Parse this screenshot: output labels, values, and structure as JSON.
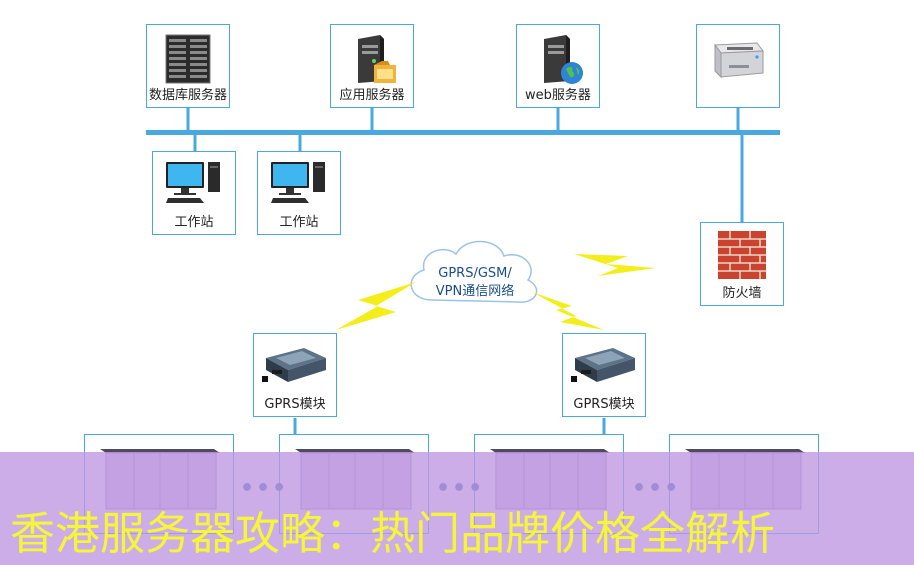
{
  "top_servers": [
    {
      "label": "数据库服务器",
      "icon": "server-rack-icon"
    },
    {
      "label": "应用服务器",
      "icon": "server-folder-icon"
    },
    {
      "label": "web服务器",
      "icon": "server-globe-icon"
    },
    {
      "label": "",
      "icon": "printer-icon"
    }
  ],
  "workstations": [
    {
      "label": "工作站",
      "icon": "desktop-computer-icon"
    },
    {
      "label": "工作站",
      "icon": "desktop-computer-icon"
    }
  ],
  "firewall": {
    "label": "防火墙",
    "icon": "brick-wall-icon"
  },
  "network": {
    "line1": "GPRS/GSM/",
    "line2": "VPN通信网络",
    "icon": "cloud-icon"
  },
  "modules": [
    {
      "label": "GPRS模块",
      "icon": "gprs-module-icon"
    },
    {
      "label": "GPRS模块",
      "icon": "gprs-module-icon"
    }
  ],
  "substations": [
    {
      "icon": "substation-cabinet-icon"
    },
    {
      "icon": "substation-cabinet-icon"
    },
    {
      "icon": "substation-cabinet-icon"
    },
    {
      "icon": "substation-cabinet-icon"
    }
  ],
  "ellipsis": "•••",
  "banner": {
    "text": "香港服务器攻略：热门品牌价格全解析"
  },
  "colors": {
    "node_border": "#4aa8e0",
    "bus_line": "#4aa8e0",
    "lightning": "#f3ee1b",
    "banner_bg": "#be96e1",
    "banner_text": "#f5f53a"
  }
}
